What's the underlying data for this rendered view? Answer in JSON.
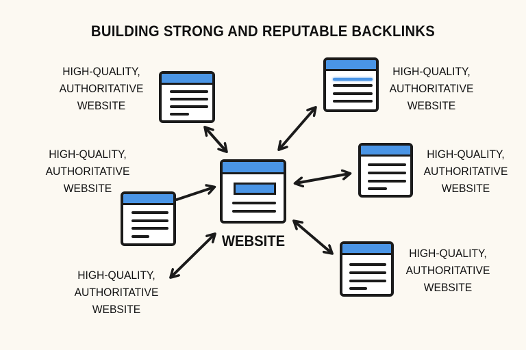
{
  "title": "BUILDING STRONG AND REPUTABLE BACKLINKS",
  "center": {
    "label": "WEBSITE",
    "icon": "browser-window-icon"
  },
  "nodes": [
    {
      "id": "top-left",
      "lines": [
        "HIGH-QUALITY,",
        "AUTHORITATIVE",
        "WEBSITE"
      ],
      "link": "bidirectional"
    },
    {
      "id": "top-right",
      "lines": [
        "HIGH-QUALITY,",
        "AUTHORITATIVE",
        "WEBSITE"
      ],
      "link": "bidirectional"
    },
    {
      "id": "middle-left",
      "lines": [
        "HIGH-QUALITY,",
        "AUTHORITATIVE",
        "WEBSITE"
      ],
      "link": "to-center"
    },
    {
      "id": "middle-right",
      "lines": [
        "HIGH-QUALITY,",
        "AUTHORITATIVE",
        "WEBSITE"
      ],
      "link": "bidirectional"
    },
    {
      "id": "bottom-left",
      "lines": [
        "HIGH-QUALITY,",
        "AUTHORITATIVE",
        "WEBSITE"
      ],
      "link": "bidirectional"
    },
    {
      "id": "bottom-right",
      "lines": [
        "HIGH-QUALITY,",
        "AUTHORITATIVE",
        "WEBSITE"
      ],
      "link": "bidirectional"
    }
  ],
  "colors": {
    "accent": "#4a95e6",
    "stroke": "#1b1b1b",
    "background": "#fcf9f2"
  }
}
